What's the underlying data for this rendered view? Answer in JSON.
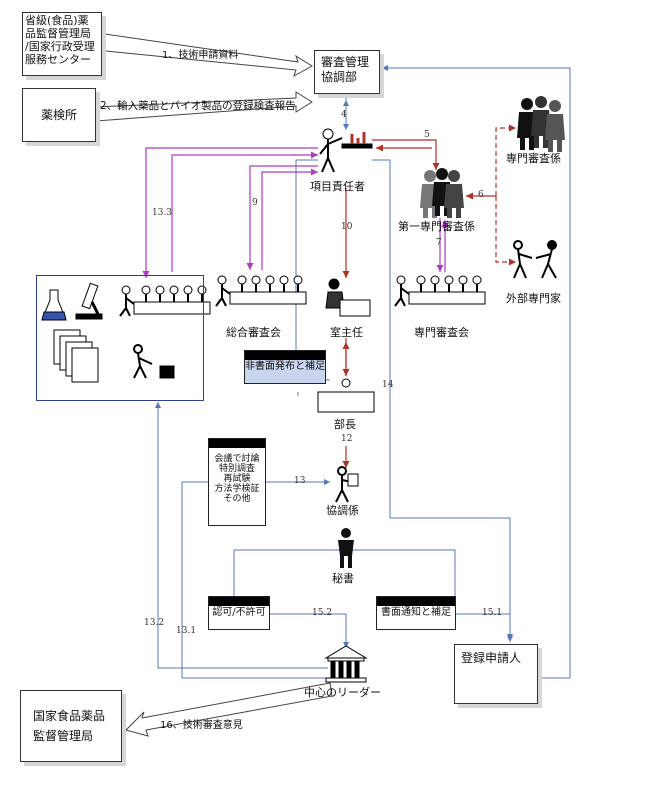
{
  "nodes": {
    "provincial": "省級(食品)薬品監督管理局/国家行政受理服務センター",
    "provincial_lines": [
      "省級(食品)薬",
      "品監督管理局",
      "/国家行政受理",
      "服務センター"
    ],
    "inspection": "薬検所",
    "review_coord": [
      "審査管理",
      "協調部"
    ],
    "project_lead": "項目責任者",
    "expert_reviewer": "専門審査係",
    "first_group": "第一専門審査係",
    "external_expert": "外部専門家",
    "general_meeting": "総合審査会",
    "office_director": "室主任",
    "expert_meeting": "専門審査会",
    "minister": "部長",
    "coordinator": "協調係",
    "secretary": "秘書",
    "applicant": "登録申請人",
    "center_leader": "中心のリーダー",
    "sfda": [
      "国家食品薬品",
      "監督管理局"
    ]
  },
  "docs": {
    "nonwritten": "非書面発布と補足",
    "meeting_lines": [
      "会議で討論",
      "特別調査",
      "再試験",
      "方法学検証",
      "その他"
    ],
    "approve": "認可/不許可",
    "written": "書面通知と補足"
  },
  "arrows": {
    "a1": "1、技術申請資料",
    "a2": "2、輸入薬品とバイオ製品の登録検査報告",
    "a16": "16、技術審査意見"
  },
  "numbers": {
    "n4": "4",
    "n5": "5",
    "n6": "6",
    "n7": "7",
    "n9": "9",
    "n10": "10",
    "n12": "12",
    "n13": "13",
    "n14": "14",
    "n13_1": "13.1",
    "n13_2": "13.2",
    "n13_3": "13.3",
    "n15_1": "15.1",
    "n15_2": "15.2"
  },
  "icons": [
    "person-desk-chart-icon",
    "group-people-icon",
    "handshake-icon",
    "meeting-table-icon",
    "flask-icon",
    "microscope-icon",
    "documents-icon",
    "person-box-icon",
    "desk-person-icon",
    "person-carry-icon",
    "person-standing-icon",
    "building-columns-icon"
  ],
  "colors": {
    "magenta": "#b03ac6",
    "red": "#b0302a",
    "blue": "#5577bb",
    "dark_red": "#8b1a1a"
  }
}
